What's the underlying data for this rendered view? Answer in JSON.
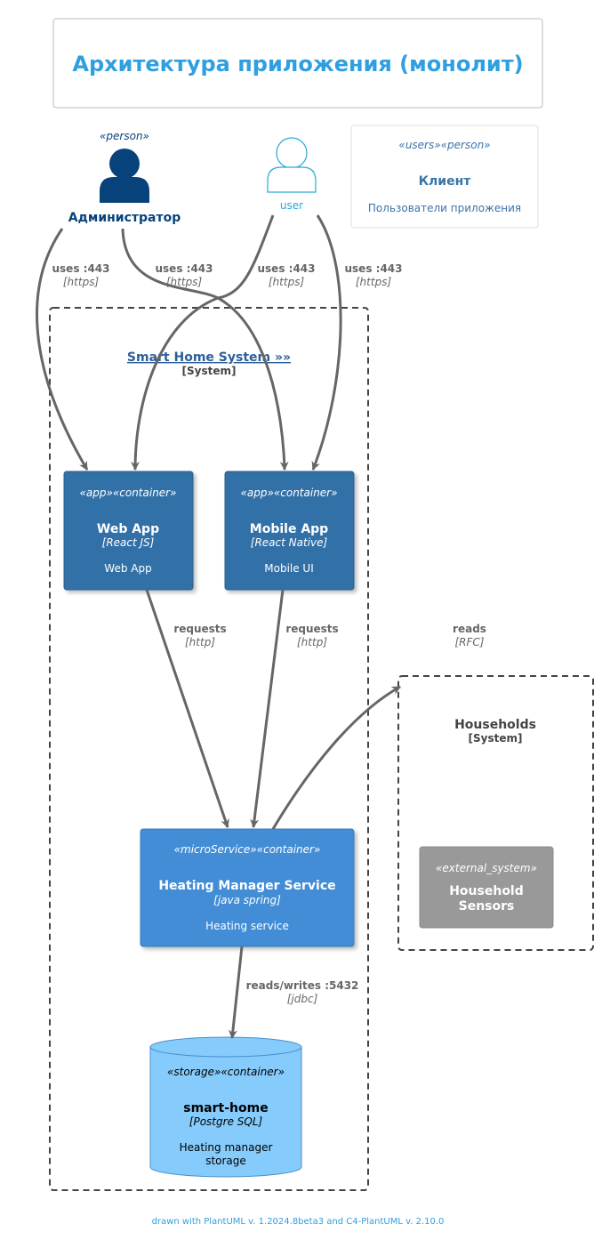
{
  "title": "Архитектура приложения (монолит)",
  "persons": {
    "admin": {
      "stereotype": "«person»",
      "name": "Администратор"
    },
    "user": {
      "name": "user"
    },
    "client": {
      "stereotype": "«users»«person»",
      "name": "Клиент",
      "description": "Пользователи приложения"
    }
  },
  "boundaries": {
    "smart_home": {
      "name": "Smart Home System »»",
      "type": "[System]"
    },
    "households": {
      "name": "Households",
      "type": "[System]"
    }
  },
  "containers": {
    "web_app": {
      "stereotype": "«app»«container»",
      "name": "Web App",
      "tech": "[React JS]",
      "description": "Web App"
    },
    "mobile_app": {
      "stereotype": "«app»«container»",
      "name": "Mobile App",
      "tech": "[React Native]",
      "description": "Mobile UI"
    },
    "heating": {
      "stereotype": "«microService»«container»",
      "name": "Heating Manager Service",
      "tech": "[java spring]",
      "description": "Heating service"
    },
    "db": {
      "stereotype": "«storage»«container»",
      "name": "smart-home",
      "tech": "[Postgre SQL]",
      "description_line1": "Heating manager",
      "description_line2": "storage"
    },
    "sensors": {
      "stereotype": "«external_system»",
      "name_line1": "Household",
      "name_line2": "Sensors"
    }
  },
  "relations": [
    {
      "label": "uses :443",
      "tech": "[https]"
    },
    {
      "label": "uses :443",
      "tech": "[https]"
    },
    {
      "label": "uses :443",
      "tech": "[https]"
    },
    {
      "label": "uses :443",
      "tech": "[https]"
    },
    {
      "label": "requests",
      "tech": "[http]"
    },
    {
      "label": "requests",
      "tech": "[http]"
    },
    {
      "label": "reads",
      "tech": "[RFC]"
    },
    {
      "label": "reads/writes :5432",
      "tech": "[jdbc]"
    }
  ],
  "footer": "drawn with PlantUML v. 1.2024.8beta3 and C4-PlantUML v. 2.10.0",
  "colors": {
    "title": "#2f9fe0",
    "person": "#08427b",
    "container": "#3370a8",
    "microservice": "#438dd5",
    "storage": "#85cbfc",
    "external": "#999999",
    "arrow": "#666666"
  }
}
